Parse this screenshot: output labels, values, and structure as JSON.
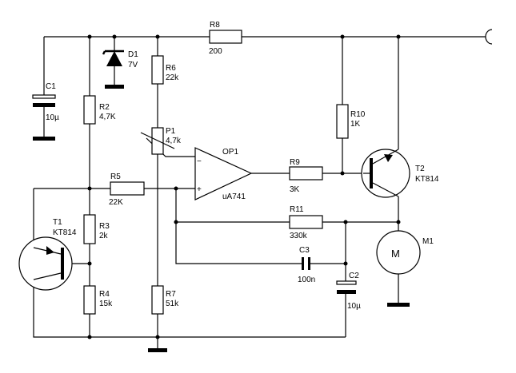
{
  "components": {
    "R8": {
      "ref": "R8",
      "value": "200"
    },
    "D1": {
      "ref": "D1",
      "value": "7V"
    },
    "R6": {
      "ref": "R6",
      "value": "22k"
    },
    "C1": {
      "ref": "C1",
      "value": "10µ"
    },
    "R2": {
      "ref": "R2",
      "value": "4,7K"
    },
    "P1": {
      "ref": "P1",
      "value": "4,7k"
    },
    "OP1": {
      "ref": "OP1",
      "value": "uA741",
      "inv": "−",
      "noninv": "+"
    },
    "R9": {
      "ref": "R9",
      "value": "3K"
    },
    "R10": {
      "ref": "R10",
      "value": "1K"
    },
    "T2": {
      "ref": "T2",
      "value": "KT814"
    },
    "R5": {
      "ref": "R5",
      "value": "22K"
    },
    "T1": {
      "ref": "T1",
      "value": "KT814"
    },
    "R3": {
      "ref": "R3",
      "value": "2k"
    },
    "R11": {
      "ref": "R11",
      "value": "330k"
    },
    "M1": {
      "ref": "M1",
      "value": "M"
    },
    "C3": {
      "ref": "C3",
      "value": "100n"
    },
    "C2": {
      "ref": "C2",
      "value": "10µ"
    },
    "R4": {
      "ref": "R4",
      "value": "15k"
    },
    "R7": {
      "ref": "R7",
      "value": "51k"
    }
  }
}
